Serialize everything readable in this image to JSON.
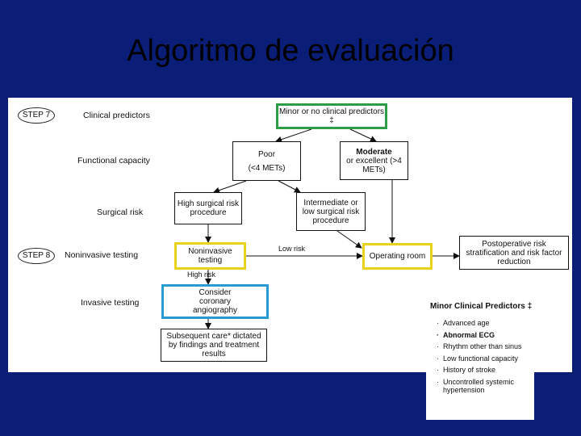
{
  "slide": {
    "title": "Algoritmo de evaluación"
  },
  "steps": {
    "step7": "STEP 7",
    "step8": "STEP 8"
  },
  "rows": {
    "clinical": "Clinical predictors",
    "functional": "Functional capacity",
    "surgical": "Surgical risk",
    "noninvasive": "Noninvasive testing",
    "invasive": "Invasive testing"
  },
  "nodes": {
    "minor": "Minor or no clinical predictors ‡",
    "poor_line1": "Poor",
    "poor_line2": "(<4 METs)",
    "moderate_line1": "Moderate",
    "moderate_line2": "or excellent (>4 METs)",
    "high_risk": "High surgical risk procedure",
    "intermediate": "Intermediate or low surgical risk procedure",
    "noninvasive": "Noninvasive testing",
    "operating": "Operating room",
    "postop": "Postoperative risk stratification and risk factor reduction",
    "angiography": "Consider coronary angiography",
    "subsequent": "Subsequent care* dictated by findings and treatment results"
  },
  "edge_labels": {
    "low_risk": "Low risk",
    "high_risk": "High risk"
  },
  "legend": {
    "title": "Minor Clinical Predictors ‡",
    "items": [
      "Advanced age",
      "Abnormal ECG",
      "Rhythm other than sinus",
      "Low functional capacity",
      "History of stroke",
      "Uncontrolled systemic hypertension"
    ]
  },
  "colors": {
    "background": "#0a1e78",
    "green_border": "#2e9e46",
    "yellow_border": "#e8d21a",
    "blue_border": "#2a9ad4"
  }
}
